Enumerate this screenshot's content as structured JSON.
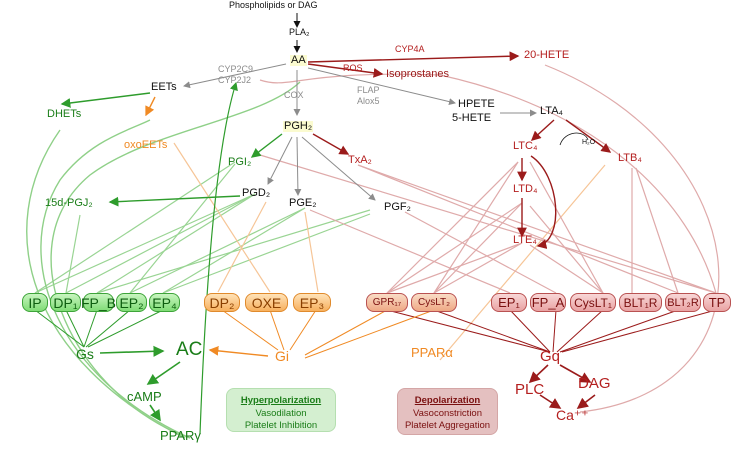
{
  "colors": {
    "green": "#2e9c2c",
    "green_text": "#1a7d18",
    "orange": "#f08a24",
    "dark_red": "#9b1b1b",
    "red_text": "#b41f1f",
    "pink_line": "#d9a0a0",
    "gray": "#8c8c8c",
    "black": "#111111"
  },
  "labels": {
    "phospholipids": "Phospholipids or DAG",
    "pla2": "PLA₂",
    "aa": "AA",
    "cyp4a": "CYP4A",
    "ros": "ROS",
    "isoprostanes": "Isoprostanes",
    "hete20": "20-HETE",
    "cyp2c9": "CYP2C9",
    "cyp2j2": "CYP2J2",
    "eets": "EETs",
    "dhets": "DHETs",
    "oxoeets": "oxoEETs",
    "cox": "COX",
    "flap": "FLAP",
    "alox5": "Alox5",
    "hpete": "HPETE",
    "hete5": "5-HETE",
    "lta4": "LTA₄",
    "pgh2": "PGH₂",
    "pgi2": "PGI₂",
    "txa2": "TxA₂",
    "pgd2": "PGD₂",
    "pge2": "PGE₂",
    "pgf2": "PGF₂",
    "pgj2": "15d-PGJ₂",
    "ltc4": "LTC₄",
    "ltd4": "LTD₄",
    "lte4": "LTE₄",
    "ltb4": "LTB₄",
    "h2o": "H₂O",
    "gs": "Gs",
    "ac": "AC",
    "gi": "Gi",
    "camp": "cAMP",
    "pparg": "PPARγ",
    "ppara": "PPARα",
    "gq": "Gq",
    "plc": "PLC",
    "dag": "DAG",
    "ca": "Ca⁺⁺"
  },
  "receptors": {
    "green": [
      "IP",
      "DP₁",
      "FP_B",
      "EP₂",
      "EP₄"
    ],
    "orange": [
      "DP₂",
      "OXE",
      "EP₃"
    ],
    "pink": [
      "GPR₁₇",
      "CysLT₂"
    ],
    "red": [
      "EP₁",
      "FP_A",
      "CysLT₁",
      "BLT₁R",
      "BLT₂R",
      "TP"
    ]
  },
  "boxes": {
    "hyper": {
      "title": "Hyperpolarization",
      "lines": [
        "Vasodilation",
        "Platelet Inhibition"
      ]
    },
    "depol": {
      "title": "Depolarization",
      "lines": [
        "Vasoconstriction",
        "Platelet Aggregation"
      ]
    }
  }
}
